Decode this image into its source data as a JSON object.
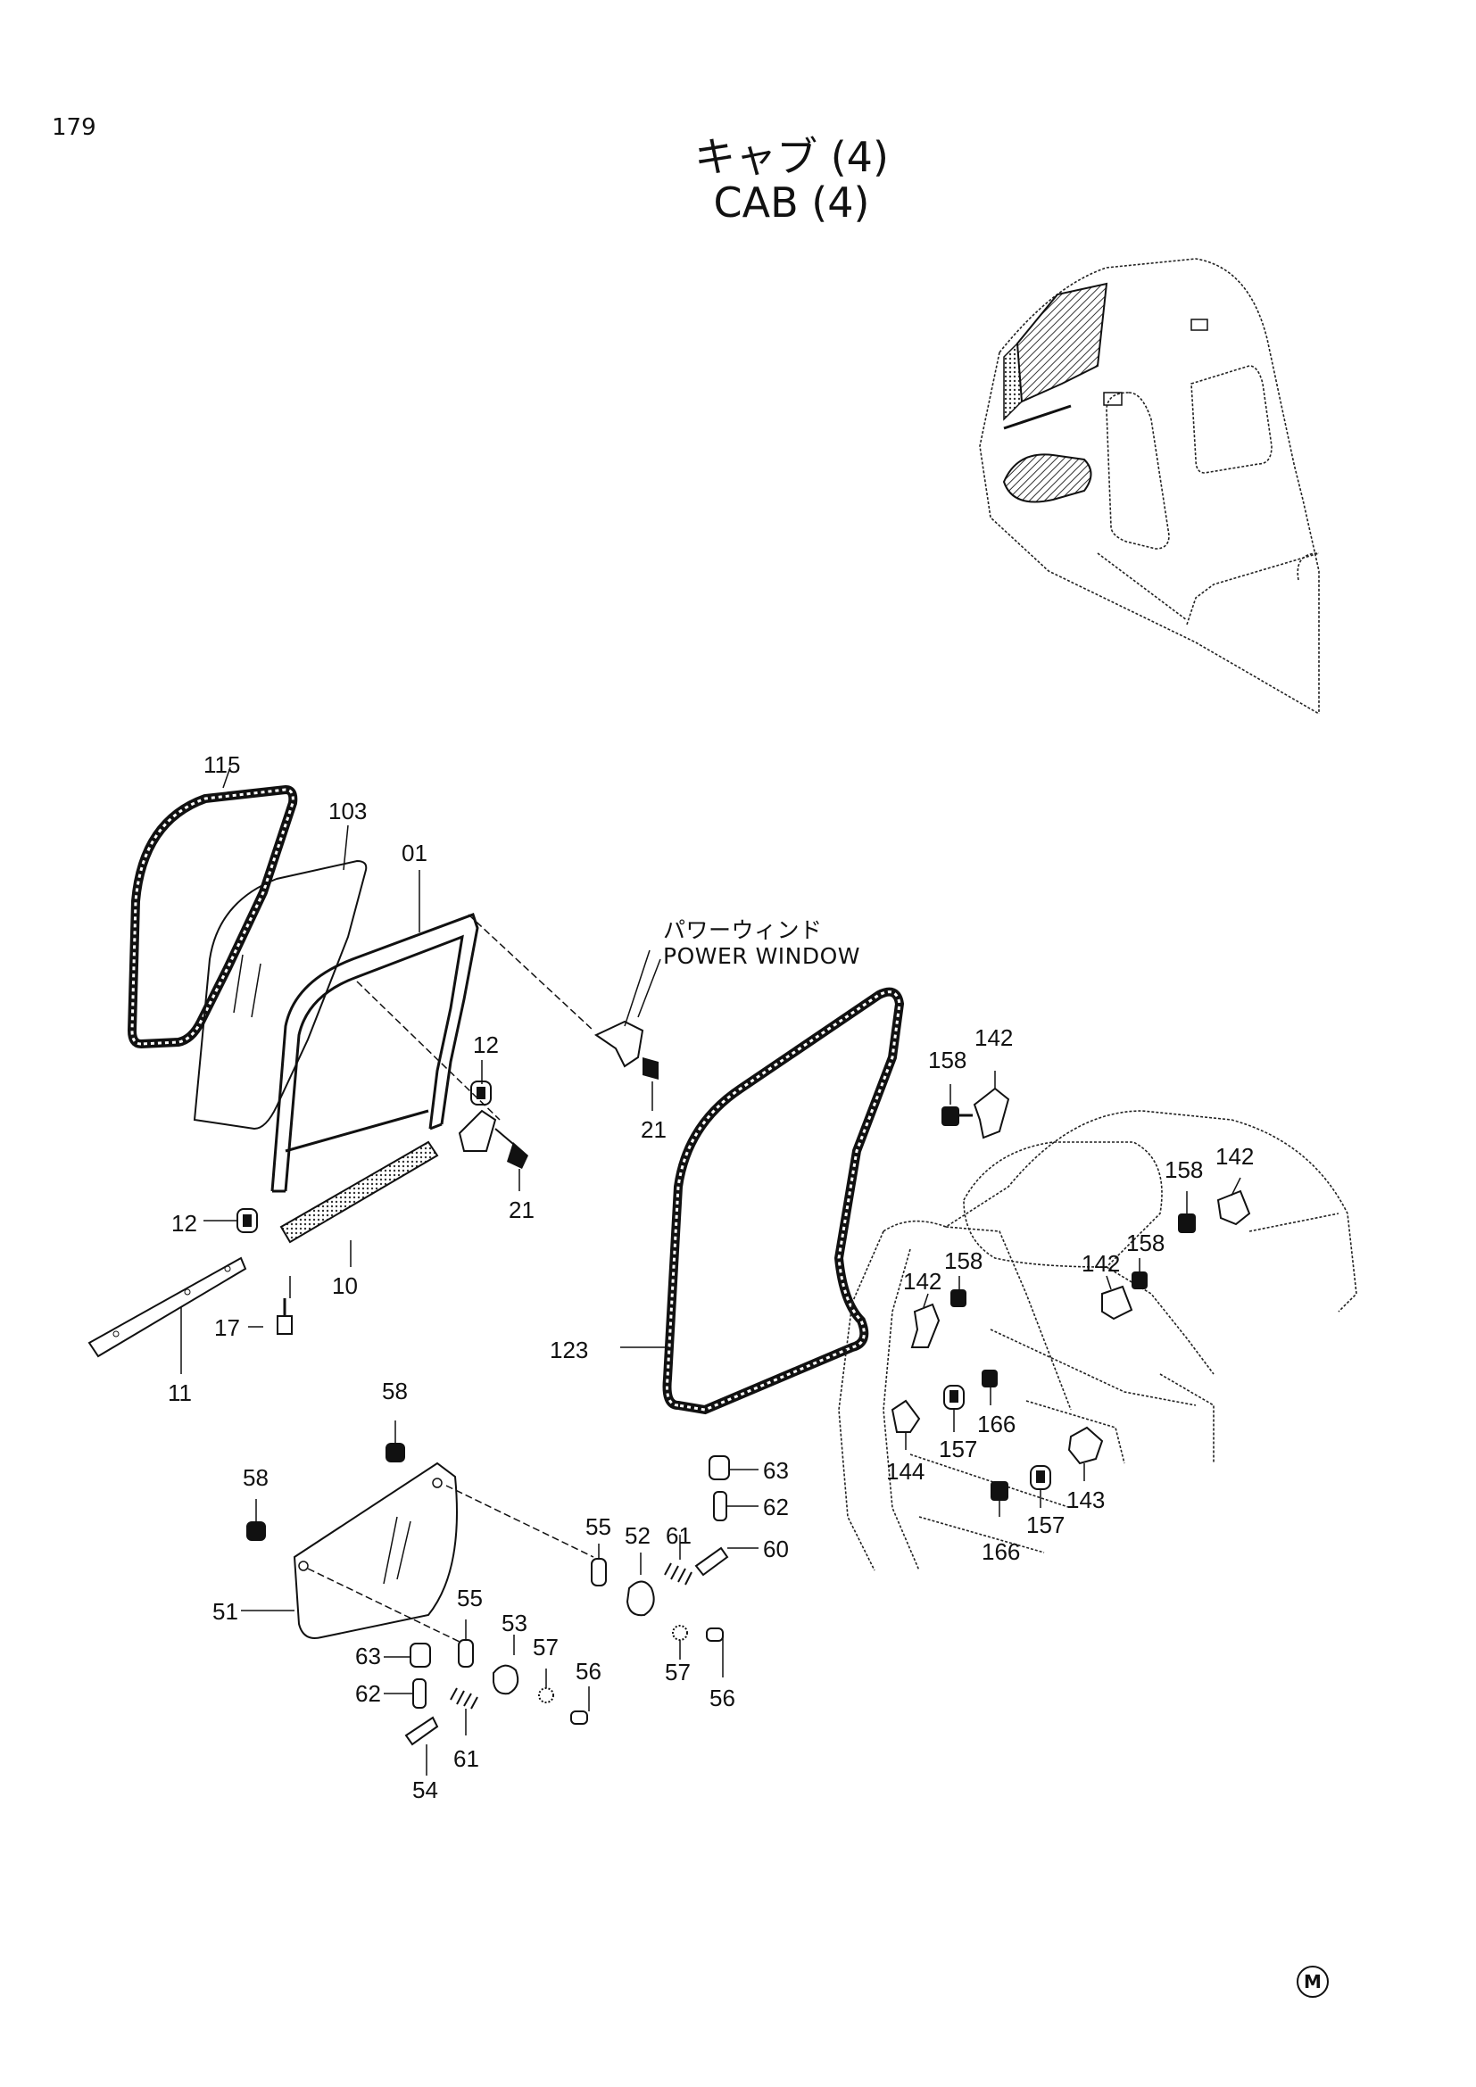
{
  "page_number": "179",
  "title_jp": "キャブ (4)",
  "title_en": "CAB (4)",
  "annotation_jp": "パワーウィンド",
  "annotation_en": "POWER WINDOW",
  "callouts": [
    {
      "id": "c115",
      "label": "115"
    },
    {
      "id": "c103",
      "label": "103"
    },
    {
      "id": "c01",
      "label": "01"
    },
    {
      "id": "c12a",
      "label": "12"
    },
    {
      "id": "c21a",
      "label": "21"
    },
    {
      "id": "c21b",
      "label": "21"
    },
    {
      "id": "c12b",
      "label": "12"
    },
    {
      "id": "c10",
      "label": "10"
    },
    {
      "id": "c17",
      "label": "17"
    },
    {
      "id": "c11",
      "label": "11"
    },
    {
      "id": "c123",
      "label": "123"
    },
    {
      "id": "c142a",
      "label": "142"
    },
    {
      "id": "c158a",
      "label": "158"
    },
    {
      "id": "c158b",
      "label": "158"
    },
    {
      "id": "c142b",
      "label": "142"
    },
    {
      "id": "c158c",
      "label": "158"
    },
    {
      "id": "c142c",
      "label": "142"
    },
    {
      "id": "c142d",
      "label": "142"
    },
    {
      "id": "c158d",
      "label": "158"
    },
    {
      "id": "c166a",
      "label": "166"
    },
    {
      "id": "c144",
      "label": "144"
    },
    {
      "id": "c157a",
      "label": "157"
    },
    {
      "id": "c143",
      "label": "143"
    },
    {
      "id": "c157b",
      "label": "157"
    },
    {
      "id": "c166b",
      "label": "166"
    },
    {
      "id": "c58a",
      "label": "58"
    },
    {
      "id": "c58b",
      "label": "58"
    },
    {
      "id": "c51",
      "label": "51"
    },
    {
      "id": "c55a",
      "label": "55"
    },
    {
      "id": "c52",
      "label": "52"
    },
    {
      "id": "c61a",
      "label": "61"
    },
    {
      "id": "c63a",
      "label": "63"
    },
    {
      "id": "c62a",
      "label": "62"
    },
    {
      "id": "c60",
      "label": "60"
    },
    {
      "id": "c57a",
      "label": "57"
    },
    {
      "id": "c56a",
      "label": "56"
    },
    {
      "id": "c55b",
      "label": "55"
    },
    {
      "id": "c53",
      "label": "53"
    },
    {
      "id": "c57b",
      "label": "57"
    },
    {
      "id": "c56b",
      "label": "56"
    },
    {
      "id": "c63b",
      "label": "63"
    },
    {
      "id": "c62b",
      "label": "62"
    },
    {
      "id": "c61b",
      "label": "61"
    },
    {
      "id": "c54",
      "label": "54"
    }
  ],
  "mark": "M"
}
